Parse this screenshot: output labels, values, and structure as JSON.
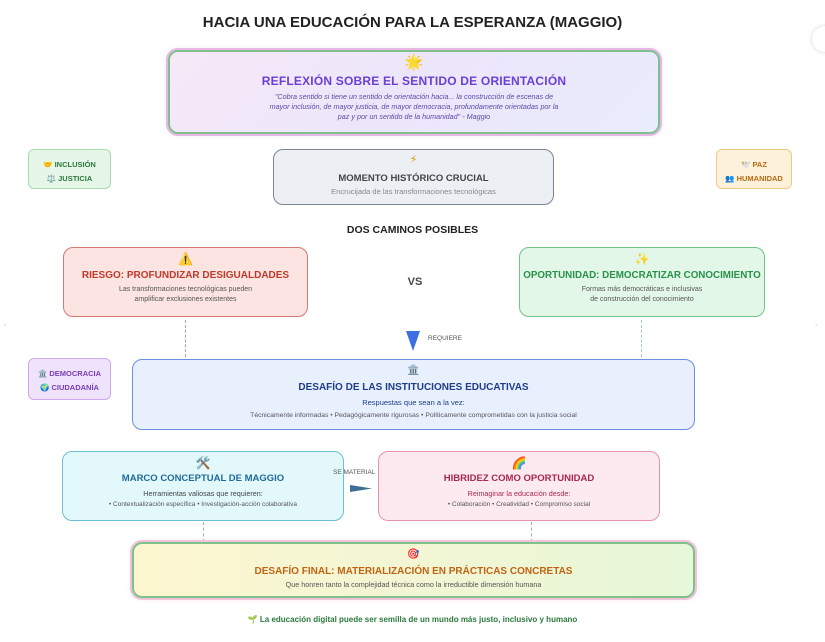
{
  "title": "HACIA UNA EDUCACIÓN PARA LA ESPERANZA (MAGGIO)",
  "reflection": {
    "icon": "🌟",
    "title": "REFLEXIÓN SOBRE EL SENTIDO DE ORIENTACIÓN",
    "quote": "\"Cobra sentido si tiene un sentido de orientación hacia... la construcción de escenas de mayor inclusión, de mayor justicia, de mayor democracia, profundamente orientadas por la paz y por un sentido de la humanidad\" - Maggio"
  },
  "side_left_top": {
    "items": [
      "🤝 INCLUSIÓN",
      "⚖️ JUSTICIA"
    ]
  },
  "side_right_top": {
    "items": [
      "🕊️ PAZ",
      "👥 HUMANIDAD"
    ]
  },
  "side_left_mid": {
    "items": [
      "🏛️ DEMOCRACIA",
      "🌍 CIUDADANÍA"
    ]
  },
  "crucial": {
    "icon": "⚡",
    "title": "MOMENTO HISTÓRICO CRUCIAL",
    "text": "Encrucijada de las transformaciones tecnológicas"
  },
  "paths_title": "DOS CAMINOS POSIBLES",
  "risk": {
    "icon": "⚠️",
    "title": "RIESGO: PROFUNDIZAR DESIGUALDADES",
    "text_line1": "Las transformaciones tecnológicas pueden",
    "text_line2": "amplificar exclusiones existentes"
  },
  "vs": "VS",
  "opportunity": {
    "icon": "✨",
    "title": "OPORTUNIDAD: DEMOCRATIZAR CONOCIMIENTO",
    "text_line1": "Formas más democráticas e inclusivas",
    "text_line2": "de construcción del conocimiento"
  },
  "requires_label": "REQUIERE",
  "institutions": {
    "icon": "🏛️",
    "title": "DESAFÍO DE LAS INSTITUCIONES EDUCATIVAS",
    "subtitle": "Respuestas que sean a la vez:",
    "text": "Técnicamente informadas • Pedagógicamente rigurosas • Políticamente comprometidas con la justicia social"
  },
  "marco": {
    "icon": "🛠️",
    "title": "MARCO CONCEPTUAL DE MAGGIO",
    "subtitle": "Herramientas valiosas que requieren:",
    "text": "• Contextualización específica • Investigación-acción colaborativa"
  },
  "se_material_label": "SE MATERIAL",
  "hybrid": {
    "icon": "🌈",
    "title": "HIBRIDEZ COMO OPORTUNIDAD",
    "subtitle": "Reimaginar la educación desde:",
    "text": "• Colaboración • Creatividad • Compromiso social"
  },
  "final": {
    "icon": "🎯",
    "title": "DESAFÍO FINAL: MATERIALIZACIÓN EN PRÁCTICAS CONCRETAS",
    "text": "Que honren tanto la complejidad técnica como la irreductible dimensión humana"
  },
  "footer": "🌱 La educación digital puede ser semilla de un mundo más justo, inclusivo y humano",
  "colors": {
    "accent_purple": "#6b3fd6",
    "risk_red": "#c0392b",
    "opportunity_green": "#27924a",
    "institution_blue": "#1f3e8a",
    "arrow_blue": "#3e6ee0"
  }
}
